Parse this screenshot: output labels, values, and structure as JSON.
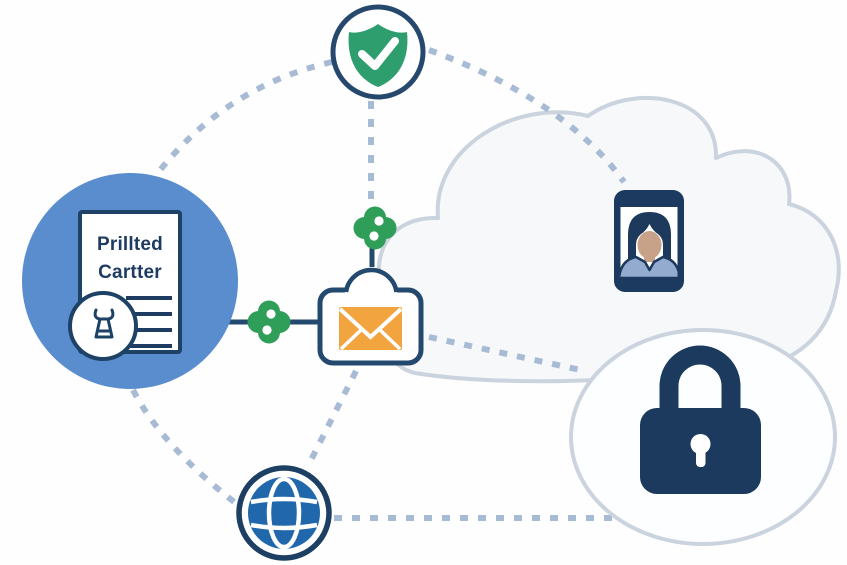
{
  "document_card": {
    "title_line1": "Prillted",
    "title_line2": "Cartter"
  },
  "icons": {
    "shield": "shield-check-icon",
    "document": "printed-document-icon",
    "seal": "certificate-seal-icon",
    "envelope": "envelope-in-lock-icon",
    "clover_top": "clover-connector-icon",
    "clover_left": "clover-connector-icon",
    "phone": "phone-avatar-icon",
    "padlock": "padlock-icon",
    "globe": "globe-icon",
    "cloud": "cloud-shape",
    "secure_cloud": "secure-cloud-shape"
  },
  "colors": {
    "navy": "#24496f",
    "navy_dark": "#1b3a5e",
    "blue_circle": "#5a8dcd",
    "green_shield": "#2f9e6e",
    "green_clover": "#2f9e58",
    "orange_envelope": "#f2a43f",
    "globe_blue": "#2068ab",
    "dash": "#a8bbd4",
    "cloud_border": "#cad3de",
    "cloud_fill": "#f6f8fa",
    "skin": "#c8a189",
    "shirt": "#92abce"
  }
}
